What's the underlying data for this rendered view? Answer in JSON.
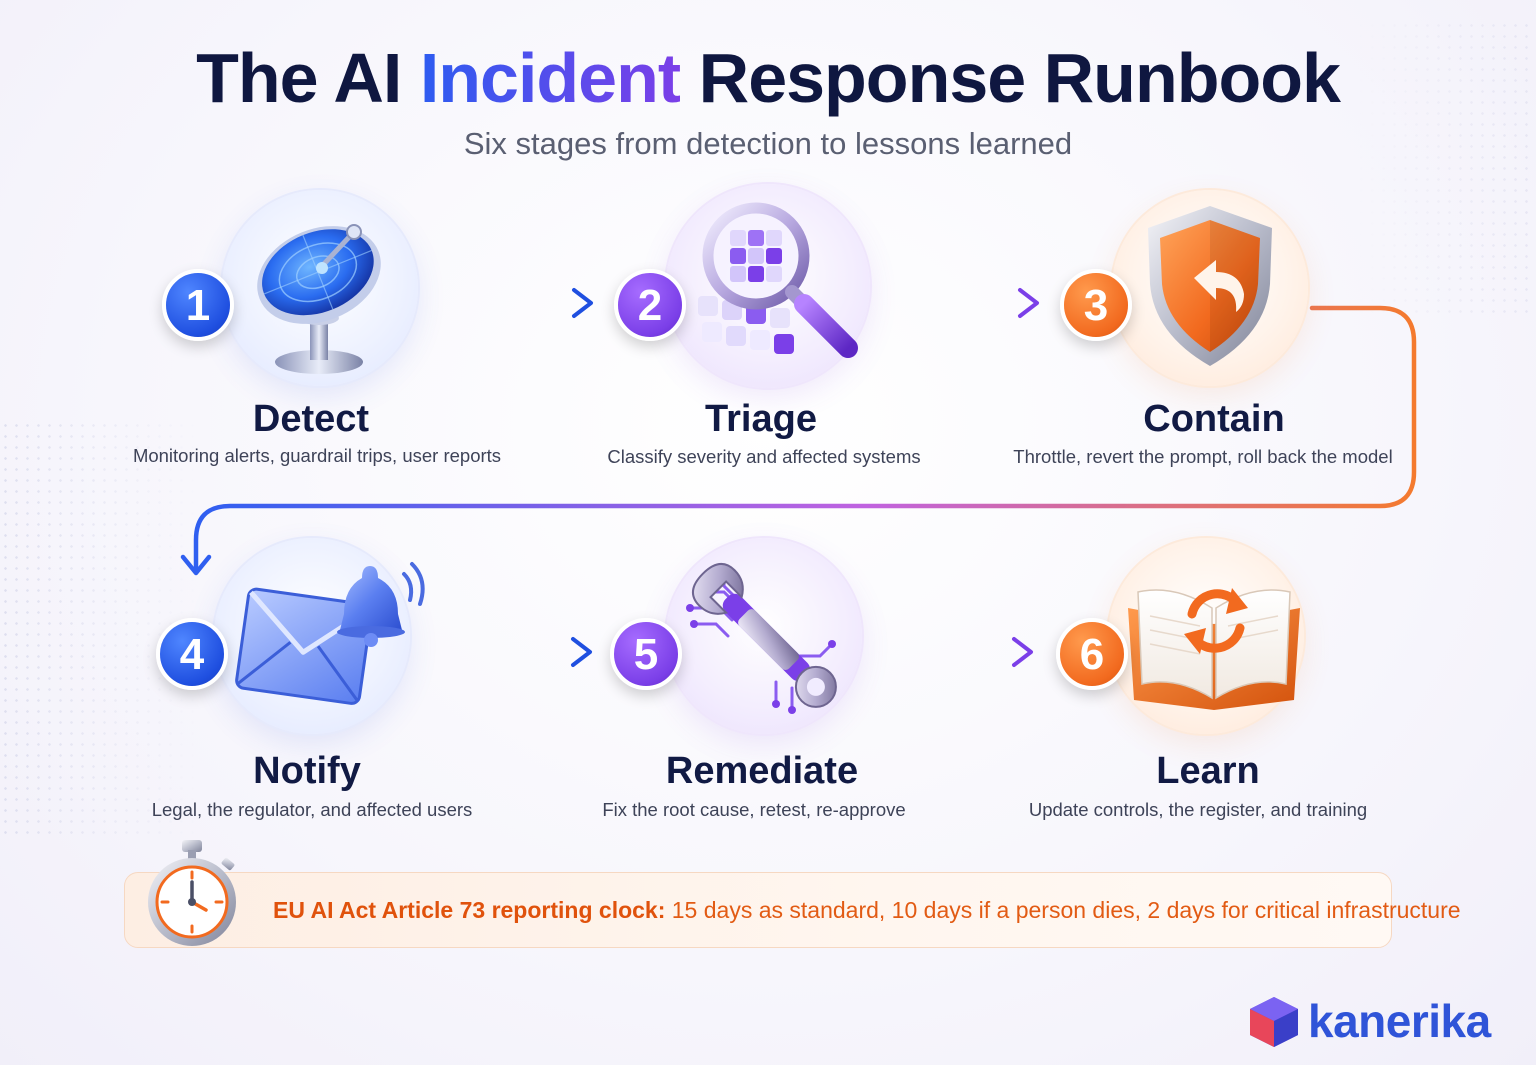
{
  "header": {
    "title_before": "The AI ",
    "title_accent": "Incident",
    "title_after": " Response Runbook",
    "subtitle": "Six stages from detection to lessons learned"
  },
  "stages": [
    {
      "number": "1",
      "name": "Detect",
      "description": "Monitoring alerts, guardrail trips, user reports",
      "icon": "satellite-dish-icon",
      "color": "#1f4fe0"
    },
    {
      "number": "2",
      "name": "Triage",
      "description": "Classify severity and affected systems",
      "icon": "magnifier-grid-icon",
      "color": "#7b3fe8"
    },
    {
      "number": "3",
      "name": "Contain",
      "description": "Throttle, revert the prompt, roll back the model",
      "icon": "shield-undo-icon",
      "color": "#f26a1f"
    },
    {
      "number": "4",
      "name": "Notify",
      "description": "Legal, the regulator, and affected users",
      "icon": "envelope-bell-icon",
      "color": "#1f4fe0"
    },
    {
      "number": "5",
      "name": "Remediate",
      "description": "Fix the root cause, retest, re-approve",
      "icon": "wrench-circuit-icon",
      "color": "#7b3fe8"
    },
    {
      "number": "6",
      "name": "Learn",
      "description": "Update controls, the register, and training",
      "icon": "book-refresh-icon",
      "color": "#f26a1f"
    }
  ],
  "reporting": {
    "lead": "EU AI Act Article 73 reporting clock:",
    "detail": " 15 days as standard, 10 days if a person dies, 2 days for critical infrastructure",
    "icon": "stopwatch-icon",
    "color": "#e25b14"
  },
  "brand": {
    "name": "kanerika",
    "icon": "cube-logo-icon",
    "color": "#2f54d8"
  }
}
